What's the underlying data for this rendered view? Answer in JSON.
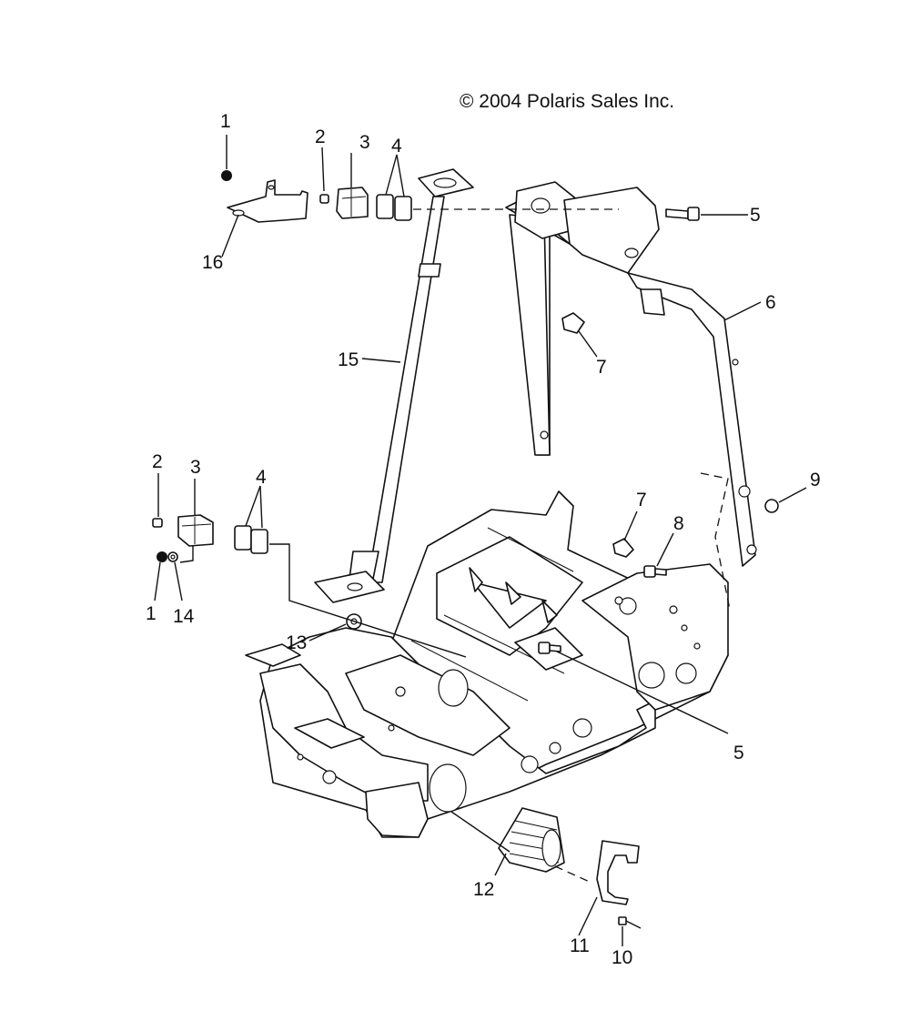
{
  "copyright": "© 2004 Polaris Sales Inc.",
  "callouts": {
    "c1_top": "1",
    "c2_top": "2",
    "c3_top": "3",
    "c4_top": "4",
    "c5_top": "5",
    "c6": "6",
    "c7_top": "7",
    "c15": "15",
    "c16": "16",
    "c2_mid": "2",
    "c3_mid": "3",
    "c4_mid": "4",
    "c7_mid": "7",
    "c8": "8",
    "c9": "9",
    "c1_mid": "1",
    "c14": "14",
    "c13": "13",
    "c5_low": "5",
    "c12": "12",
    "c11": "11",
    "c10": "10"
  }
}
